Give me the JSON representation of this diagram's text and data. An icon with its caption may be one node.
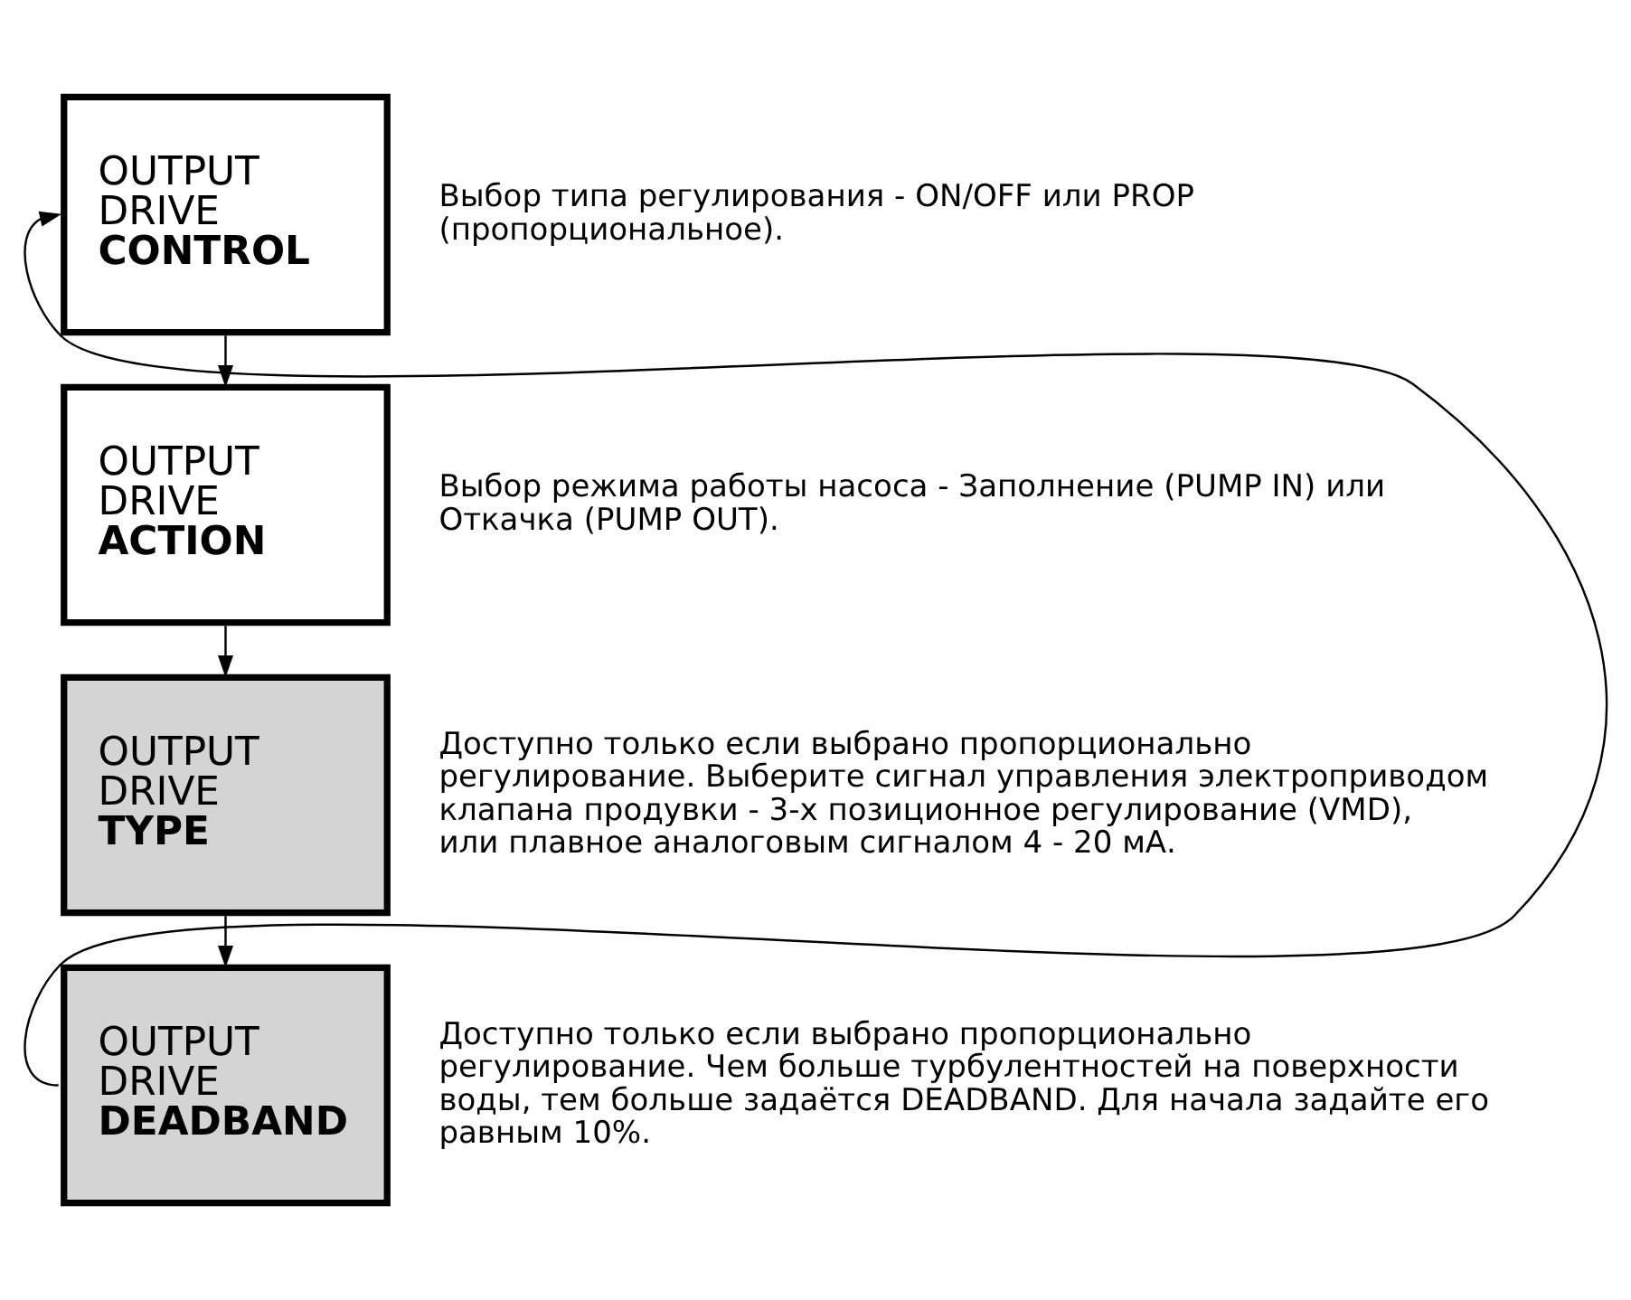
{
  "diagram": {
    "nodes": [
      {
        "text": [
          "OUTPUT DRIVE",
          "CONTROL"
        ],
        "beside": [
          "Выбор типа регулирования - ON/OFF или PROP (пропорциональное)."
        ]
      },
      {
        "text": [
          "OUTPUT DRIVE",
          "ACTION"
        ],
        "beside": [
          "Выбор режима работы насоса - Заполнение (PUMP IN) или Откачка (PUMP OUT)."
        ]
      },
      {
        "text": [
          "OUTPUT DRIVE",
          "TYPE"
        ],
        "beside": [
          "Доступно только если выбрано пропорционально регулирование. Выберите сигнал управления электроприводом клапана продувки - 3-х позиционное регулирование (VMD), или плавное аналоговым сигналом 4 - 20 мА."
        ]
      },
      {
        "text": [
          "OUTPUT DRIVE",
          "DEADBAND"
        ],
        "beside": [
          "Доступно только если выбрано пропорционально регулирование. Чем больше турбулентностей на поверхности воды, тем больше задаётся DEADBAND. Для начала задайте его равным 10%."
        ]
      }
    ],
    "edges": [
      {
        "from": 0,
        "to": 1,
        "arrow": "to"
      },
      {
        "from": 1,
        "to": 2,
        "arrow": "to"
      },
      {
        "from": 2,
        "to": 3,
        "arrow": "to"
      },
      {
        "from": 3,
        "to": 0,
        "arrow": "to"
      }
    ]
  }
}
